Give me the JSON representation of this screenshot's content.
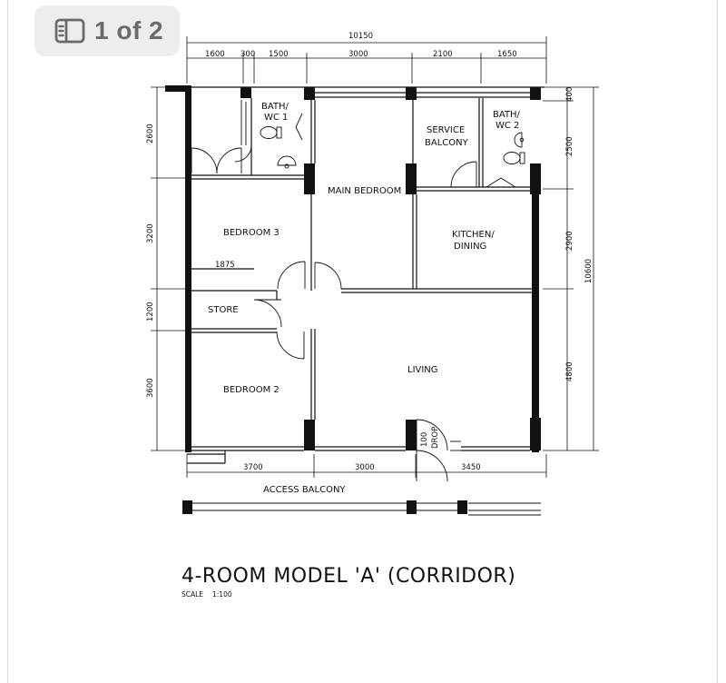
{
  "viewer": {
    "page_indicator": "1 of 2",
    "page_indicator_icon": "sidebar-icon",
    "current_page": 1,
    "total_pages": 2
  },
  "plan": {
    "title": "4-ROOM MODEL 'A' (CORRIDOR)",
    "scale_label": "SCALE",
    "scale_value": "1:100",
    "rooms": {
      "bath1_a": "BATH/",
      "bath1_b": "WC 1",
      "main_bedroom": "MAIN BEDROOM",
      "service_a": "SERVICE",
      "service_b": "BALCONY",
      "bath2_a": "BATH/",
      "bath2_b": "WC 2",
      "bedroom3": "BEDROOM 3",
      "kitchen_a": "KITCHEN/",
      "kitchen_b": "DINING",
      "store": "STORE",
      "living": "LIVING",
      "bedroom2": "BEDROOM 2",
      "drop_a": "100",
      "drop_b": "DROP",
      "access_balcony": "ACCESS BALCONY"
    },
    "dims": {
      "total_width": "10150",
      "top": [
        "1600",
        "300",
        "1500",
        "3000",
        "2100",
        "1650"
      ],
      "bottom": [
        "3700",
        "3000",
        "3450"
      ],
      "left": [
        "2600",
        "3200",
        "1200",
        "3600"
      ],
      "right": [
        "400",
        "2500",
        "2900",
        "4800"
      ],
      "right_total": "10600",
      "store_width": "1875"
    }
  }
}
